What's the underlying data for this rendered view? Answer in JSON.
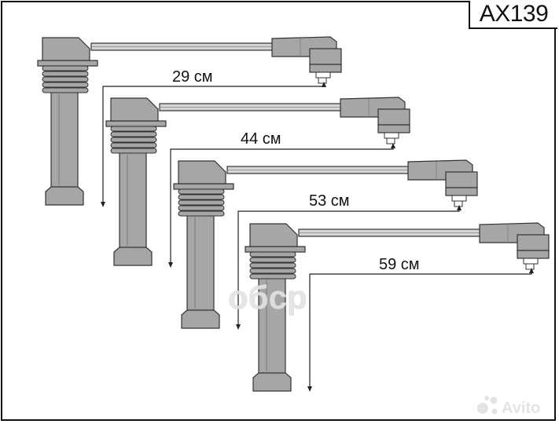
{
  "part_number": "AX139",
  "leads": [
    {
      "label": "29 см"
    },
    {
      "label": "44 см"
    },
    {
      "label": "53 см"
    },
    {
      "label": "59 см"
    }
  ],
  "watermark": {
    "center_text": "oбcp",
    "corner_text": "Avito"
  },
  "colors": {
    "part_fill": "#a6a6a6",
    "cable_fill": "#d4d4d4",
    "outline": "#333333",
    "dimension_line": "#222222",
    "watermark": "#e3e3e3"
  }
}
